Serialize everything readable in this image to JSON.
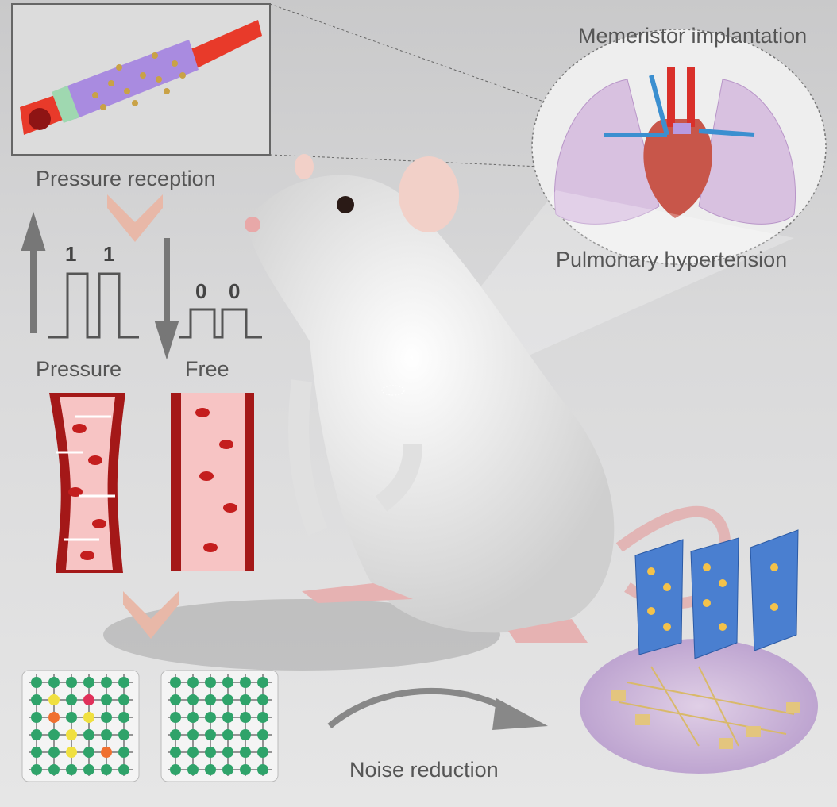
{
  "labels": {
    "memristor_implantation": "Memeristor implantation",
    "pressure_reception": "Pressure reception",
    "pulmonary_hypertension": "Pulmonary hypertension",
    "pressure": "Pressure",
    "free": "Free",
    "noise_reduction": "Noise reduction"
  },
  "signals": {
    "pressure_bits": [
      "1",
      "1"
    ],
    "free_bits": [
      "0",
      "0"
    ]
  },
  "colors": {
    "vessel_red": "#b81c1c",
    "sleeve_purple": "#a98be0",
    "node_green": "#2fa36a",
    "panel_blue": "#4a7fd0",
    "chip_purple": "#c9b3d9",
    "arrow_peach": "#e8b8a8"
  }
}
